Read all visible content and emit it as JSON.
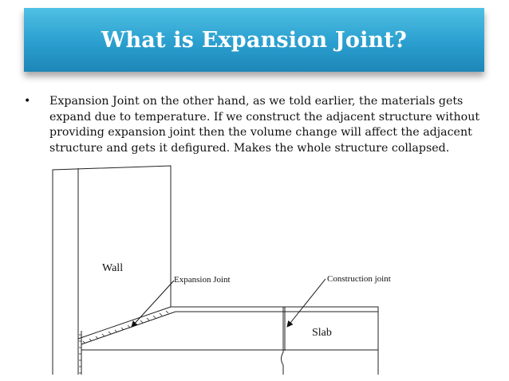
{
  "slide": {
    "title": "What is Expansion Joint?",
    "bullet_symbol": "•",
    "paragraph": "Expansion Joint on the other hand, as we told earlier, the materials gets expand due to temperature. If we construct the adjacent structure without providing expansion joint then the volume change will affect the adjacent structure and gets it defigured. Makes the whole structure collapsed."
  },
  "diagram": {
    "wall_label": "Wall",
    "expansion_joint_label": "Expansion Joint",
    "construction_joint_label": "Construction joint",
    "slab_label": "Slab"
  }
}
